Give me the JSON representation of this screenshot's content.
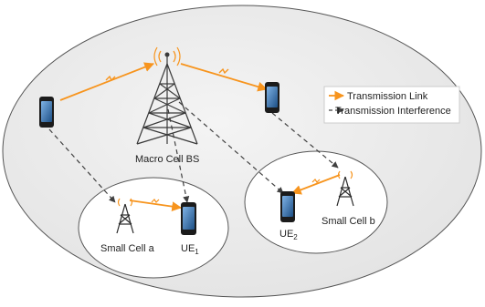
{
  "labels": {
    "macro": "Macro Cell BS",
    "small_a": "Small Cell a",
    "small_b": "Small Cell b",
    "ue1_base": "UE",
    "ue1_sub": "1",
    "ue2_base": "UE",
    "ue2_sub": "2"
  },
  "legend": {
    "transmission": "Transmission Link",
    "interference": "Transmission Interference"
  },
  "colors": {
    "transmission": "#f7941d",
    "interference": "#404040",
    "outer_fill": "#ececec",
    "cell_fill": "#ffffff",
    "phone_blue": "#2e6fb0"
  }
}
